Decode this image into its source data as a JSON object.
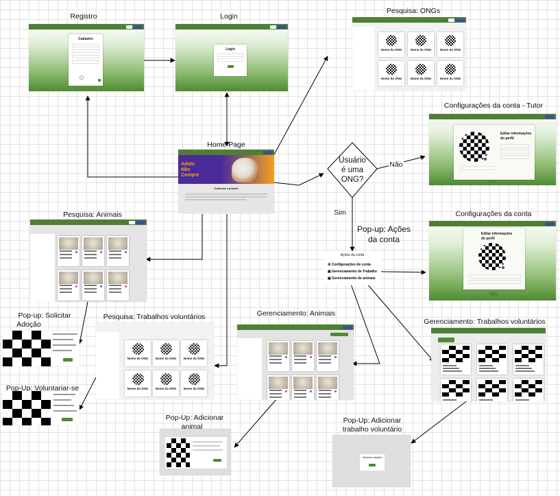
{
  "labels": {
    "registro": "Registro",
    "login": "Login",
    "pesquisa_ongs": "Pesquisa: ONGs",
    "config_tutor": "Configurações da conta - Tutor",
    "home_page": "Home Page",
    "pesquisa_animais": "Pesquisa: Animais",
    "config_conta": "Configurações da conta",
    "popup_acoes_line1": "Pop-up: Ações",
    "popup_acoes_line2": "da conta",
    "popup_solicitar_line1": "Pop-up: Solicitar",
    "popup_solicitar_line2": "Adoção",
    "pesquisa_trabalhos": "Pesquisa: Trabalhos voluntários",
    "gerenciamento_animais": "Gerenciamento: Animais",
    "gerenciamento_trabalhos": "Gerenciamento: Trabalhos voluntários",
    "popup_voluntariar": "Pop-Up: Voluntariar-se",
    "popup_adicionar_animal_line1": "Pop-Up: Adicionar",
    "popup_adicionar_animal_line2": "animal",
    "popup_adicionar_trabalho_line1": "Pop-Up: Adicionar",
    "popup_adicionar_trabalho_line2": "trabalho voluntário"
  },
  "decision": {
    "line1": "Usuário",
    "line2": "é uma",
    "line3": "ONG?",
    "yes": "Sim",
    "no": "Não"
  },
  "thumb_text": {
    "cadastro": "Cadastro",
    "login": "Login",
    "nome_ong": "Nome da ONG",
    "home_hero_1": "Adote",
    "home_hero_2": "Não",
    "home_hero_3": "Compre",
    "home_section": "Conheça o projeto",
    "editar_info_1": "Editar informações",
    "editar_info_2": "do perfil",
    "acoes_title": "Ações da conta",
    "acoes_item1": "Configurações de conta",
    "acoes_item2": "Gerenciamento de Trabalho",
    "acoes_item3": "Gerenciamento de animais",
    "adicionar_trabalho": "Adicionar trabalho"
  },
  "colors": {
    "nav_green": "#4f7f34",
    "button_blue": "#3a4f9c",
    "hero_purple": "#4b2a9a",
    "hero_orange": "#f2a11e"
  }
}
